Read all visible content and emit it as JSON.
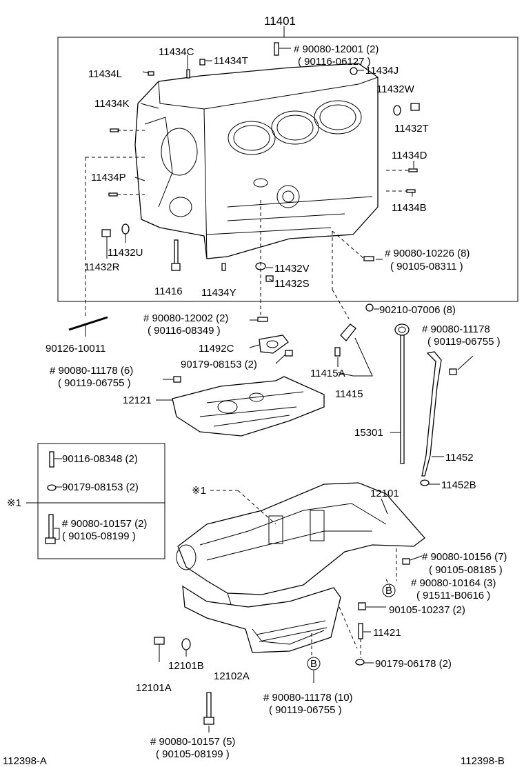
{
  "assembly_number": "11401",
  "parts": {
    "p11434C": "11434C",
    "p11434T": "11434T",
    "p11434L": "11434L",
    "p11434J": "11434J",
    "p11434K": "11434K",
    "p11432W": "11432W",
    "p11432T": "11432T",
    "p11434D": "11434D",
    "p11434P": "11434P",
    "p11434B": "11434B",
    "p11432U": "11432U",
    "p11432R": "11432R",
    "p11416": "11416",
    "p11434Y": "11434Y",
    "p11432V": "11432V",
    "p11432S": "11432S",
    "p90126": "90126-10011",
    "p11492C": "11492C",
    "p90179_08153": "90179-08153 (2)",
    "p11415A": "11415A",
    "p11415": "11415",
    "p12121": "12121",
    "p15301": "15301",
    "p11452": "11452",
    "p11452B": "11452B",
    "p12101": "12101",
    "p11421": "11421",
    "p12101B": "12101B",
    "p12102A": "12102A",
    "p12101A": "12101A",
    "p90179_06178": "90179-06178 (2)",
    "p90105_10237": "90105-10237 (2)",
    "p90210": "90210-07006 (8)"
  },
  "callouts": {
    "c1_main": "# 90080-12001 (2)",
    "c1_sub": "( 90116-06127 )",
    "c2_main": "# 90080-10226 (8)",
    "c2_sub": "( 90105-08311 )",
    "c3_main": "# 90080-12002 (2)",
    "c3_sub": "( 90116-08349 )",
    "c4_main": "# 90080-11178 (6)",
    "c4_sub": "( 90119-06755 )",
    "c5_main": "# 90080-11178",
    "c5_sub": "( 90119-06755 )",
    "c6_main": "# 90080-10156 (7)",
    "c6_sub": "( 90105-08185 )",
    "c7_main": "# 90080-10164 (3)",
    "c7_sub": "( 91511-B0616 )",
    "c8_main": "# 90080-11178 (10)",
    "c8_sub": "( 90119-06755 )",
    "c9_main": "# 90080-10157 (5)",
    "c9_sub": "( 90105-08199 )"
  },
  "inset": {
    "marker": "※1",
    "row1": "90116-08348 (2)",
    "row2": "90179-08153 (2)",
    "row3_main": "# 90080-10157 (2)",
    "row3_sub": "( 90105-08199 )"
  },
  "markers": {
    "pan_ref": "※1",
    "circle_b": "B"
  },
  "footer": {
    "left": "112398-A",
    "right": "112398-B"
  }
}
